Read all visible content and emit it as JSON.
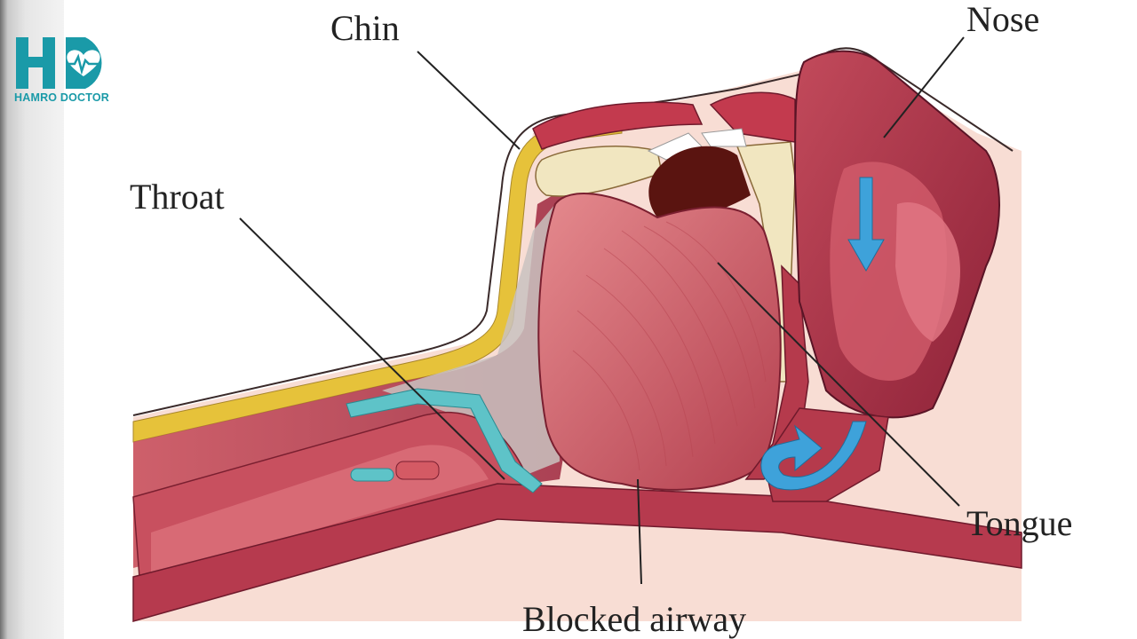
{
  "logo": {
    "brand_text": "HAMRO DOCTOR",
    "brand_color": "#1a9aa8",
    "icon": "heart-pulse-icon"
  },
  "labels": {
    "chin": "Chin",
    "nose": "Nose",
    "throat": "Throat",
    "tongue": "Tongue",
    "airway": "Blocked airway"
  },
  "colors": {
    "tissue": "#b8384c",
    "tissue_light": "#d86a74",
    "fat": "#e6c23a",
    "bone": "#f1e6c0",
    "skin": "#f6d7cc",
    "airflow_arrow": "#3ea2da"
  }
}
